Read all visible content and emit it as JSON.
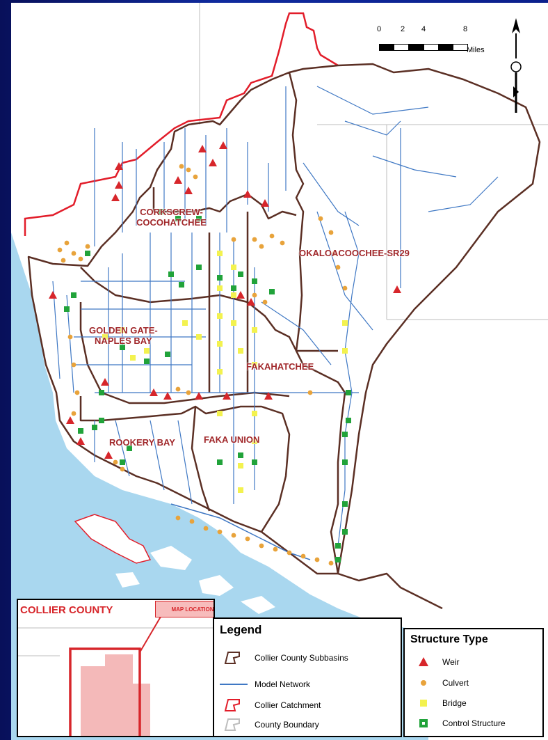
{
  "map": {
    "region_labels": [
      "CORKSCREW-\nCOCOHATCHEE",
      "OKALOACOOCHEE-SR29",
      "GOLDEN GATE-\nNAPLES BAY",
      "FAKAHATCHEE",
      "ROOKERY BAY",
      "FAKA UNION"
    ],
    "scale_bar": {
      "ticks": [
        "0",
        "2",
        "4",
        "8"
      ],
      "units": "Miles"
    },
    "colors": {
      "water": "#a9d7ef",
      "land": "#ffffff",
      "subbasin_outline": "#5b2f24",
      "catchment_outline": "#e21d2a",
      "network": "#3f78c4",
      "county_boundary": "#bdbdbd",
      "weir": "#d7262b",
      "culvert": "#e8a33b",
      "bridge": "#f3f24f",
      "control": "#21a33a"
    }
  },
  "inset": {
    "title": "COLLIER COUNTY",
    "callout": "MAP LOCATION"
  },
  "legend": {
    "title": "Legend",
    "items": [
      "Collier County Subbasins",
      "Model Network",
      "Collier Catchment",
      "County Boundary"
    ]
  },
  "structure_legend": {
    "title": "Structure Type",
    "items": [
      "Weir",
      "Culvert",
      "Bridge",
      "Control Structure"
    ]
  }
}
